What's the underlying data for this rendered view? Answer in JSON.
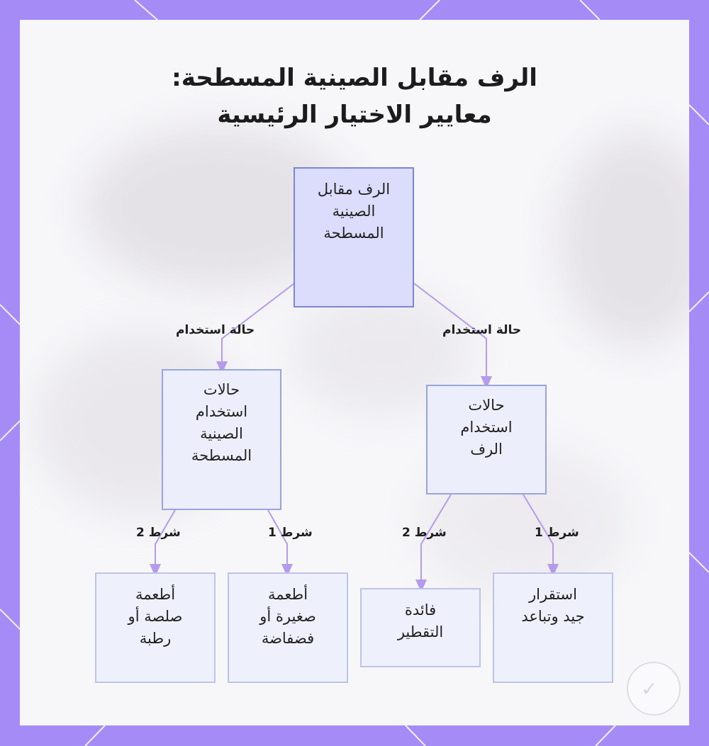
{
  "title": {
    "line1": "الرف مقابل الصينية المسطحة:",
    "line2": "معايير الاختيار الرئيسية"
  },
  "nodes": {
    "root": [
      "الرف مقابل",
      "الصينية",
      "المسطحة"
    ],
    "rack_uses": [
      "حالات",
      "استخدام",
      "الرف"
    ],
    "tray_uses": [
      "حالات",
      "استخدام",
      "الصينية",
      "المسطحة"
    ],
    "rack_stability": [
      "استقرار",
      "جيد وتباعد"
    ],
    "rack_drip": [
      "فائدة",
      "التقطير"
    ],
    "tray_small": [
      "أطعمة",
      "صغيرة أو",
      "فضفاضة"
    ],
    "tray_wet": [
      "أطعمة",
      "صلصة أو",
      "رطبة"
    ]
  },
  "edge_labels": {
    "use_case_right": "حالة استخدام",
    "use_case_left": "حالة استخدام",
    "rack_cond1": "شرط 1",
    "rack_cond2": "شرط 2",
    "tray_cond1": "شرط 1",
    "tray_cond2": "شرط 2"
  },
  "colors": {
    "border": "#a48bf6",
    "edge": "#b49bec",
    "root_fill": "#dcdcfd",
    "node_fill": "#eceffb"
  },
  "icons": {
    "watermark": "logo-icon"
  }
}
